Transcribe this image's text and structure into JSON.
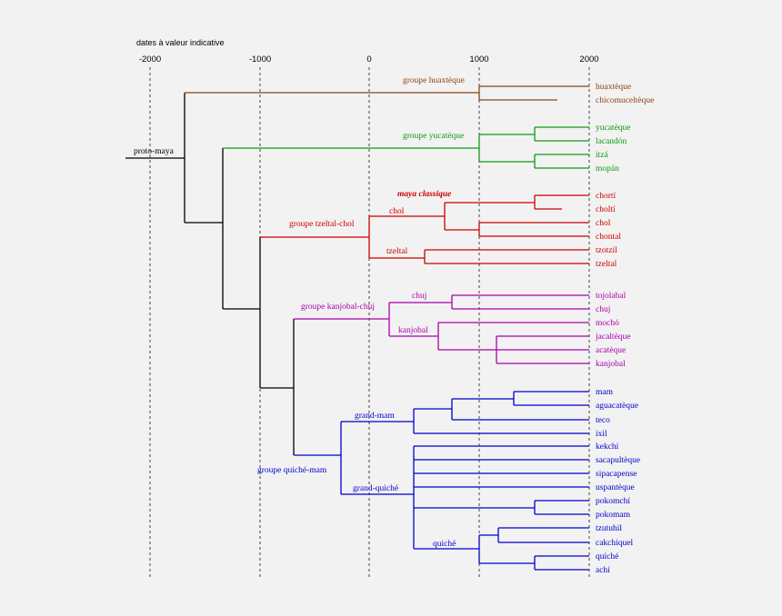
{
  "axis": {
    "title": "dates à valeur indicative",
    "ticks": [
      {
        "value": -2000,
        "label": "-2000"
      },
      {
        "value": -1000,
        "label": "-1000"
      },
      {
        "value": 0,
        "label": "0"
      },
      {
        "value": 1000,
        "label": "1000"
      },
      {
        "value": 2000,
        "label": "2000"
      }
    ]
  },
  "colors": {
    "root": "#000000",
    "huaxteque": "#8b4513",
    "yucateque": "#119911",
    "tzeltal_chol": "#cc0000",
    "kanjobal_chuj": "#aa00aa",
    "quiche_mam": "#0000cc"
  },
  "labels": {
    "proto_maya": "proto-maya",
    "groupe_huaxteque": "groupe huaxtèque",
    "groupe_yucateque": "groupe yucatèque",
    "maya_classique": "maya classique",
    "chol": "chol",
    "groupe_tzeltal_chol": "groupe tzeltal-chol",
    "tzeltal": "tzeltal",
    "chuj": "chuj",
    "groupe_kanjobal_chuj": "groupe kanjobal-chuj",
    "kanjobal": "kanjobal",
    "grand_mam": "grand-mam",
    "groupe_quiche_mam": "groupe quiché-mam",
    "grand_quiche": "grand-quiché",
    "quiche": "quiché"
  },
  "leaves": {
    "huaxteque": "huaxtèque",
    "chicomucelteque": "chicomuceltèque",
    "yucateque": "yucatèque",
    "lacandon": "lacandón",
    "itza": "itzá",
    "mopan": "mopán",
    "chorti": "chortí",
    "cholti": "choltí",
    "chol": "chol",
    "chontal": "chontal",
    "tzotzil": "tzotzil",
    "tzeltal": "tzeltal",
    "tojolabal": "tojolabal",
    "chuj": "chuj",
    "mocho": "mochó",
    "jacalteque": "jacaltèque",
    "acateque": "acatèque",
    "kanjobal": "kanjobal",
    "mam": "mam",
    "aguacateque": "aguacatèque",
    "teco": "teco",
    "ixil": "ixil",
    "kekchi": "kekchí",
    "sacapulteque": "sacapultèque",
    "sipacapense": "sipacapense",
    "uspanteque": "uspantèque",
    "pokomchi": "pokomchí",
    "pokomam": "pokomam",
    "tzutuhil": "tzutuhil",
    "cakchiquel": "cakchiquel",
    "quiche": "quiché",
    "achi": "achí"
  }
}
